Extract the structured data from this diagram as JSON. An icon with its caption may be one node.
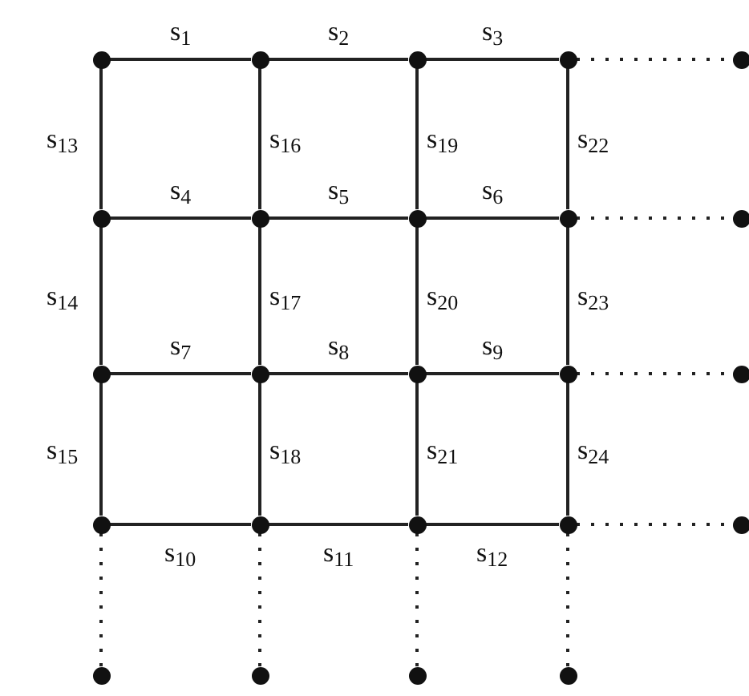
{
  "diagram": {
    "nodes": [
      {
        "text": [],
        "shape": "circle"
      },
      {
        "text": [],
        "shape": "circle"
      },
      {
        "text": [],
        "shape": "circle"
      },
      {
        "text": [],
        "shape": "circle"
      },
      {
        "text": [],
        "shape": "circle"
      },
      {
        "text": [],
        "shape": "circle"
      },
      {
        "text": [],
        "shape": "circle"
      },
      {
        "text": [],
        "shape": "circle"
      },
      {
        "text": [],
        "shape": "circle"
      },
      {
        "text": [],
        "shape": "circle"
      },
      {
        "text": [],
        "shape": "circle"
      },
      {
        "text": [],
        "shape": "circle"
      },
      {
        "text": [],
        "shape": "circle"
      },
      {
        "text": [],
        "shape": "circle"
      },
      {
        "text": [],
        "shape": "circle"
      },
      {
        "text": [],
        "shape": "circle"
      },
      {
        "text": [],
        "shape": "circle"
      },
      {
        "text": [],
        "shape": "circle"
      },
      {
        "text": [],
        "shape": "circle"
      },
      {
        "text": [],
        "shape": "circle"
      },
      {
        "text": [],
        "shape": "circle"
      },
      {
        "text": [],
        "shape": "circle"
      },
      {
        "text": [],
        "shape": "circle"
      },
      {
        "text": [],
        "shape": "circle"
      }
    ],
    "edges": [
      {
        "from": 0,
        "to": 1,
        "arrow": "none",
        "label": "s$_{1}$"
      },
      {
        "from": 1,
        "to": 2,
        "arrow": "none",
        "label": "s$_{2}$"
      },
      {
        "from": 2,
        "to": 3,
        "arrow": "none",
        "label": "s$_{3}$"
      },
      {
        "from": 5,
        "to": 6,
        "arrow": "none",
        "label": "s$_{4}$"
      },
      {
        "from": 6,
        "to": 7,
        "arrow": "none",
        "label": "s$_{5}$"
      },
      {
        "from": 7,
        "to": 8,
        "arrow": "none",
        "label": "s$_{6}$"
      },
      {
        "from": 10,
        "to": 11,
        "arrow": "none",
        "label": "s$_{7}$"
      },
      {
        "from": 11,
        "to": 12,
        "arrow": "none",
        "label": "s$_{8}$"
      },
      {
        "from": 12,
        "to": 13,
        "arrow": "none",
        "label": "s$_{9}$"
      },
      {
        "from": 15,
        "to": 16,
        "arrow": "none",
        "label": "s$_{10}$"
      },
      {
        "from": 16,
        "to": 17,
        "arrow": "none",
        "label": "s$_{11}$"
      },
      {
        "from": 17,
        "to": 18,
        "arrow": "none",
        "label": "s$_{12}$"
      },
      {
        "from": 0,
        "to": 5,
        "arrow": "none",
        "label": "s$_{13}$"
      },
      {
        "from": 5,
        "to": 10,
        "arrow": "none",
        "label": "s$_{14}$"
      },
      {
        "from": 10,
        "to": 15,
        "arrow": "none",
        "label": "s$_{15}$"
      },
      {
        "from": 1,
        "to": 6,
        "arrow": "none",
        "label": "s$_{16}$"
      },
      {
        "from": 6,
        "to": 11,
        "arrow": "none",
        "label": "s$_{17}$"
      },
      {
        "from": 11,
        "to": 16,
        "arrow": "none",
        "label": "s$_{18}$"
      },
      {
        "from": 2,
        "to": 7,
        "arrow": "none",
        "label": "s$_{19}$"
      },
      {
        "from": 7,
        "to": 12,
        "arrow": "none",
        "label": "s$_{20}$"
      },
      {
        "from": 12,
        "to": 17,
        "arrow": "none",
        "label": "s$_{21}$"
      },
      {
        "from": 3,
        "to": 8,
        "arrow": "none",
        "label": "s$_{22}$"
      },
      {
        "from": 8,
        "to": 13,
        "arrow": "none",
        "label": "s$_{23}$"
      },
      {
        "from": 13,
        "to": 18,
        "arrow": "none",
        "label": "s$_{24}$"
      },
      {
        "from": 3,
        "to": 4,
        "arrow": "none",
        "style": "dashed"
      },
      {
        "from": 8,
        "to": 9,
        "arrow": "none",
        "style": "dashed"
      },
      {
        "from": 13,
        "to": 14,
        "arrow": "none",
        "style": "dashed"
      },
      {
        "from": 18,
        "to": 19,
        "arrow": "none",
        "style": "dashed"
      },
      {
        "from": 15,
        "to": 20,
        "arrow": "none",
        "style": "dashed"
      },
      {
        "from": 16,
        "to": 21,
        "arrow": "none",
        "style": "dashed"
      },
      {
        "from": 17,
        "to": 22,
        "arrow": "none",
        "style": "dashed"
      },
      {
        "from": 18,
        "to": 23,
        "arrow": "none",
        "style": "dashed"
      }
    ]
  }
}
